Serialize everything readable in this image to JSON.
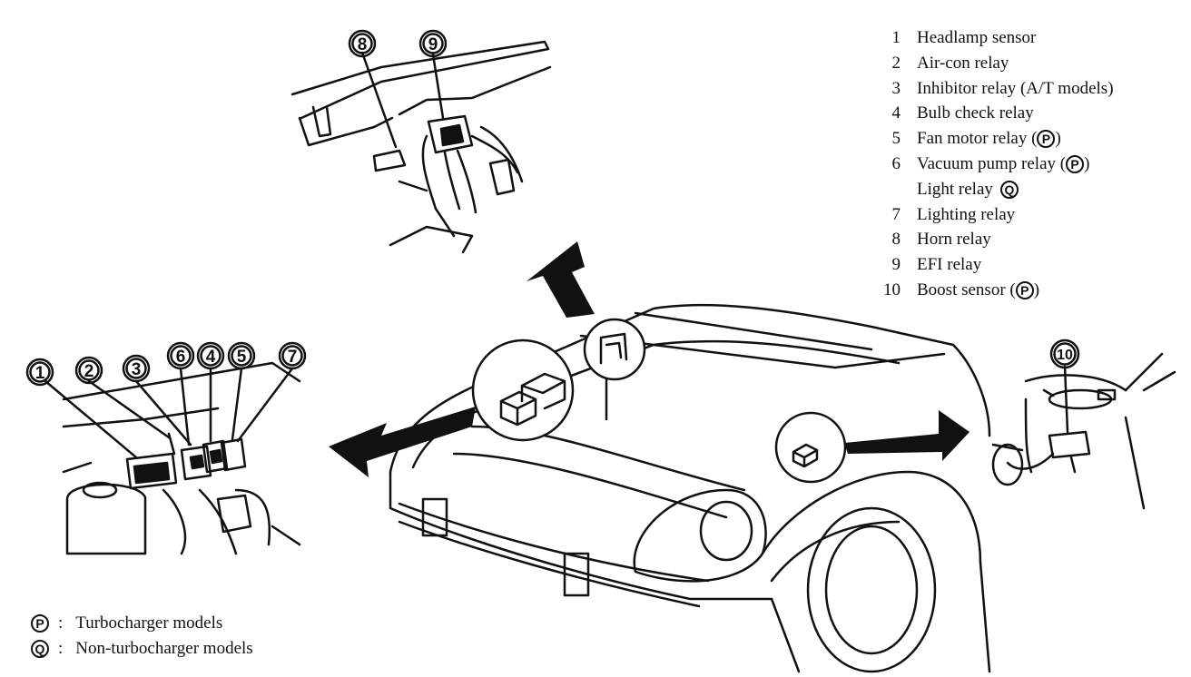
{
  "legend": [
    {
      "num": "1",
      "text": "Headlamp sensor",
      "badge": ""
    },
    {
      "num": "2",
      "text": "Air-con relay",
      "badge": ""
    },
    {
      "num": "3",
      "text": "Inhibitor relay (A/T models)",
      "badge": ""
    },
    {
      "num": "4",
      "text": "Bulb check relay",
      "badge": ""
    },
    {
      "num": "5",
      "text": "Fan motor relay (",
      "badge": "P"
    },
    {
      "num": "6",
      "text": "Vacuum pump relay (",
      "badge": "P"
    },
    {
      "num": "",
      "text": "Light relay",
      "badge": "Q"
    },
    {
      "num": "7",
      "text": "Lighting relay",
      "badge": ""
    },
    {
      "num": "8",
      "text": "Horn relay",
      "badge": ""
    },
    {
      "num": "9",
      "text": "EFI relay",
      "badge": ""
    },
    {
      "num": "10",
      "text": "Boost sensor (",
      "badge": "P"
    }
  ],
  "footnotes": [
    {
      "badge": "P",
      "text": "Turbocharger models"
    },
    {
      "badge": "Q",
      "text": "Non-turbocharger models"
    }
  ],
  "callouts": {
    "c1": "1",
    "c2": "2",
    "c3": "3",
    "c4": "4",
    "c5": "5",
    "c6": "6",
    "c7": "7",
    "c8": "8",
    "c9": "9",
    "c10": "10"
  }
}
